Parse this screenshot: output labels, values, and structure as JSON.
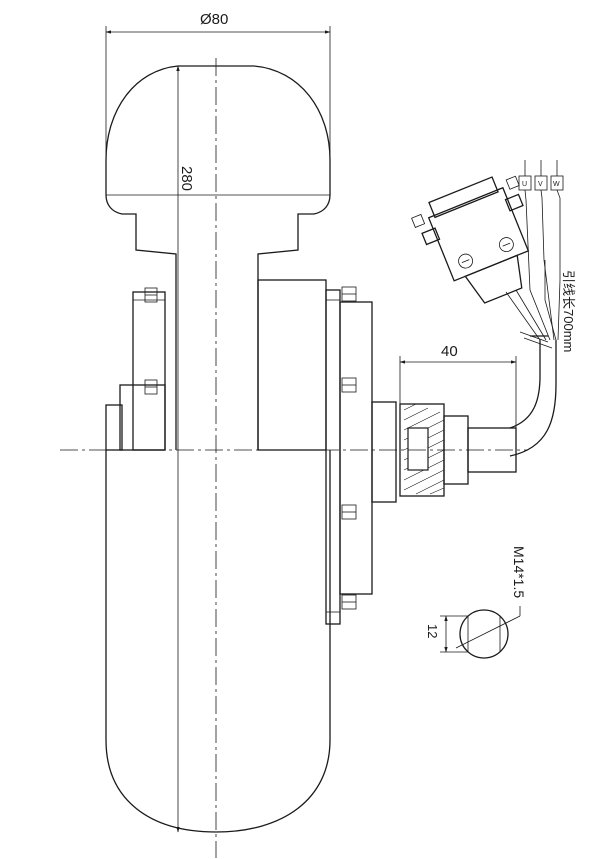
{
  "labels": {
    "dim_diameter": "Ø80",
    "dim_height": "280",
    "dim_shaft": "40",
    "lead_length": "引线长700mm",
    "thread": "M14*1.5",
    "flat_width": "12",
    "wire_u": "U",
    "wire_v": "V",
    "wire_w": "W"
  }
}
